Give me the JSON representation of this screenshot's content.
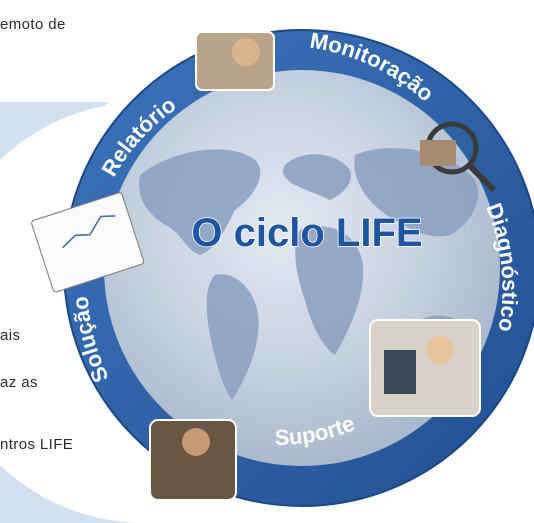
{
  "left_text_fragments": {
    "top": "emoto de",
    "line1": "ais",
    "line2": "az as",
    "line3": "ntros LIFE"
  },
  "cycle": {
    "center_title": "O ciclo LIFE",
    "stages": [
      {
        "label": "Monitoração"
      },
      {
        "label": "Diagnóstico"
      },
      {
        "label": "Suporte"
      },
      {
        "label": "Solução"
      },
      {
        "label": "Relatório"
      }
    ]
  },
  "colors": {
    "ring": "#2f63a8",
    "ring_edge": "#1d4685",
    "side_panel": "#d3e0ef",
    "globe": "#c3cede",
    "land": "#8a9fbf",
    "title": "#1f55a0",
    "label": "#ffffff"
  }
}
